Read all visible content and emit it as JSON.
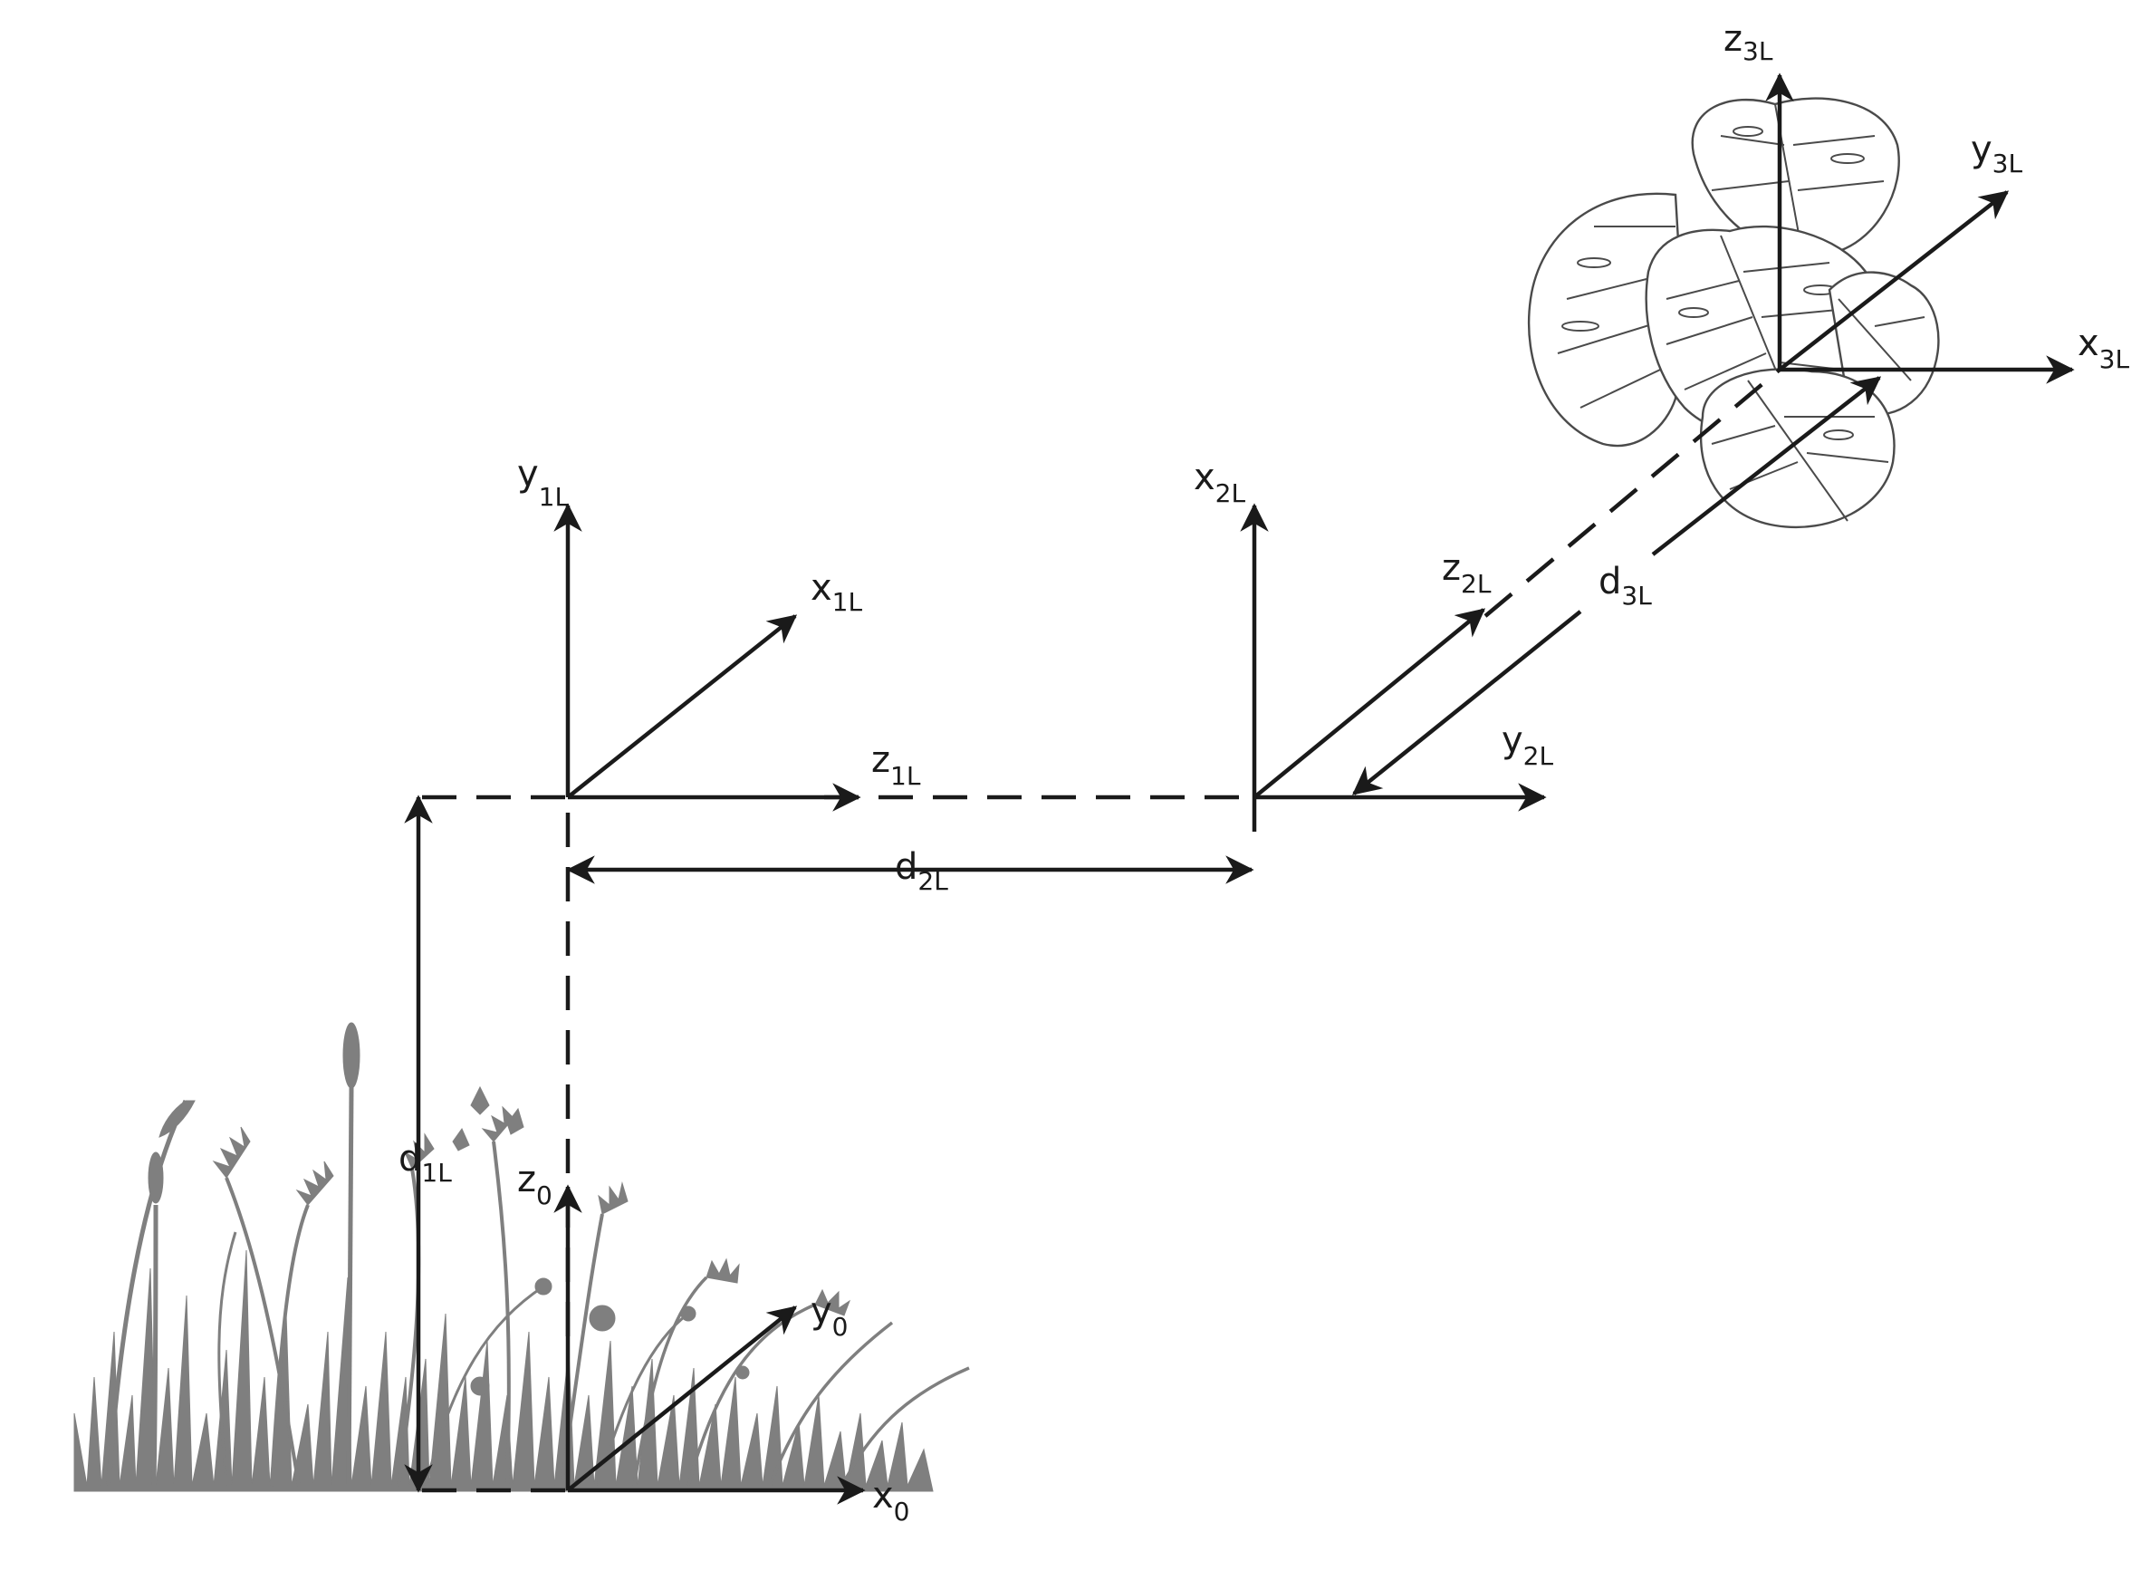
{
  "frames": {
    "base": {
      "name": "0",
      "axes": {
        "x": "x",
        "y": "y",
        "z": "z"
      }
    },
    "link1": {
      "name": "1L",
      "axes": {
        "x": "x",
        "y": "y",
        "z": "z"
      }
    },
    "link2": {
      "name": "2L",
      "axes": {
        "x": "x",
        "y": "y",
        "z": "z"
      }
    },
    "link3": {
      "name": "3L",
      "axes": {
        "x": "x",
        "y": "y",
        "z": "z"
      }
    }
  },
  "distances": {
    "d1": {
      "symbol": "d",
      "sub": "1L"
    },
    "d2": {
      "symbol": "d",
      "sub": "2L"
    },
    "d3": {
      "symbol": "d",
      "sub": "3L"
    }
  },
  "colors": {
    "lines": "#1a1a1a",
    "grass": "#7f7f7f",
    "plant_outline": "#4a4a4a"
  },
  "illustrations": [
    "grass-silhouette",
    "monstera-plant"
  ]
}
